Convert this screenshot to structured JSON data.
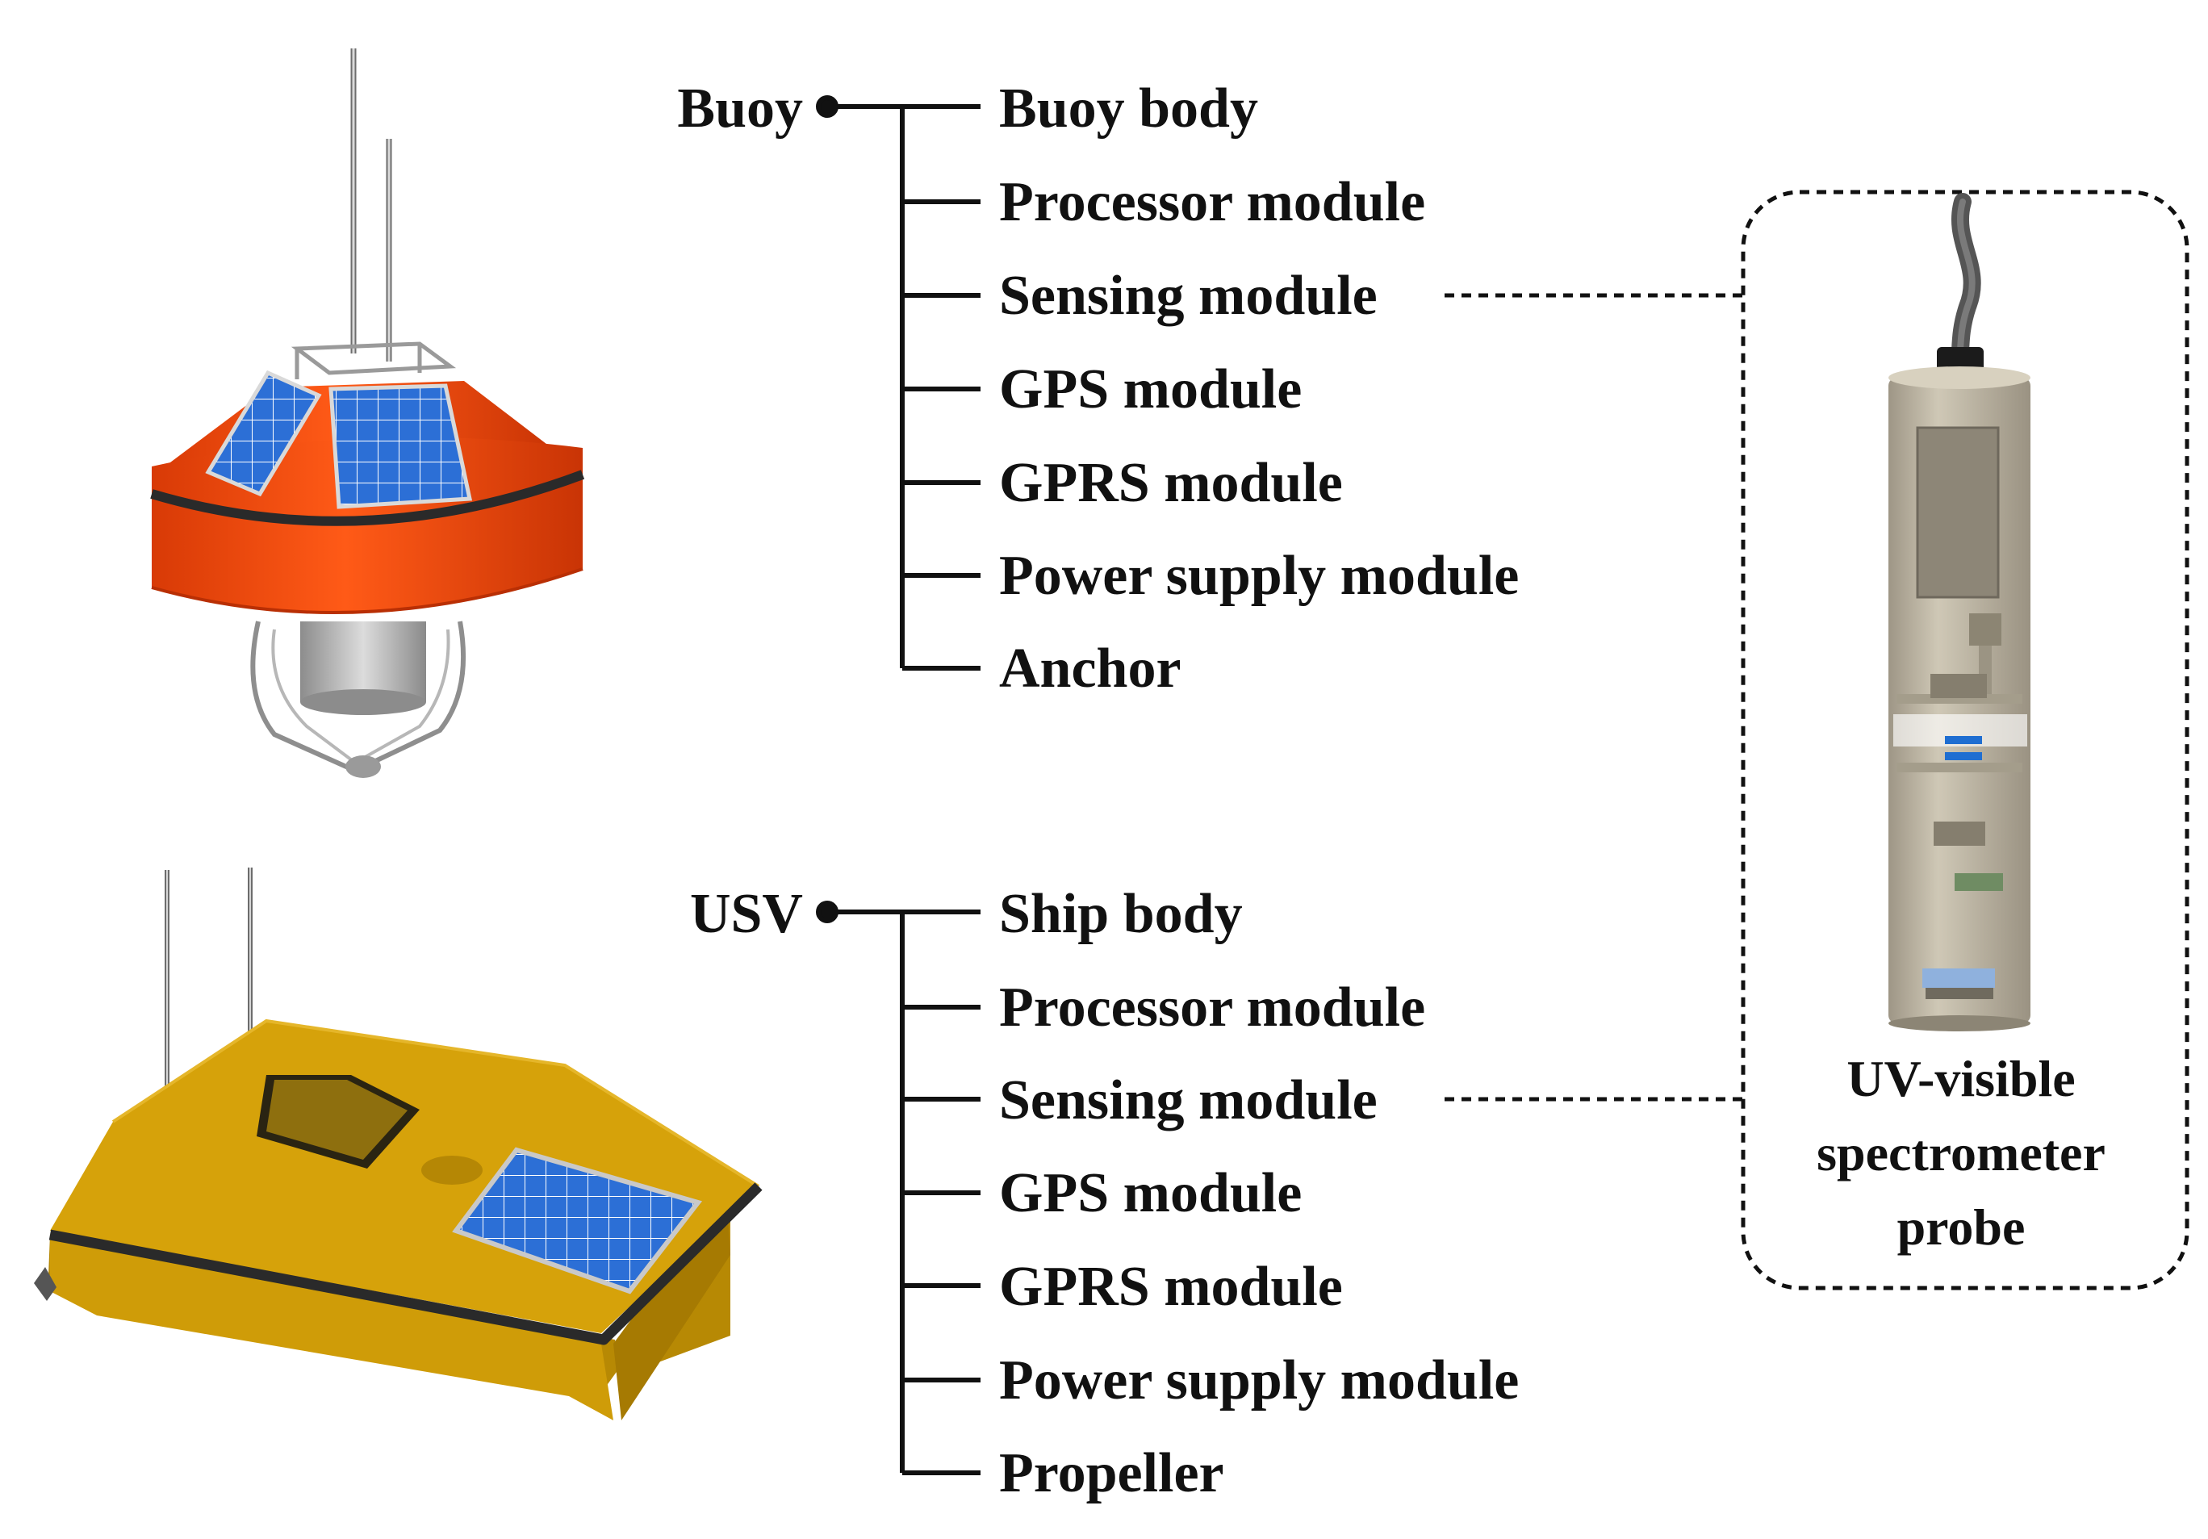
{
  "buoy": {
    "label": "Buoy",
    "components": [
      "Buoy body",
      "Processor module",
      "Sensing module",
      "GPS module",
      "GPRS module",
      "Power supply module",
      "Anchor"
    ]
  },
  "usv": {
    "label": "USV",
    "components": [
      "Ship body",
      "Processor module",
      "Sensing module",
      "GPS module",
      "GPRS module",
      "Power supply module",
      "Propeller"
    ]
  },
  "probe": {
    "caption_lines": [
      "UV-visible",
      "spectrometer",
      "probe"
    ]
  },
  "colors": {
    "buoy_body": "#f24a0c",
    "usv_body": "#d6a20a",
    "solar_panel": "#2c6fd6",
    "probe_body": "#b8b1a0",
    "line": "#111111"
  }
}
